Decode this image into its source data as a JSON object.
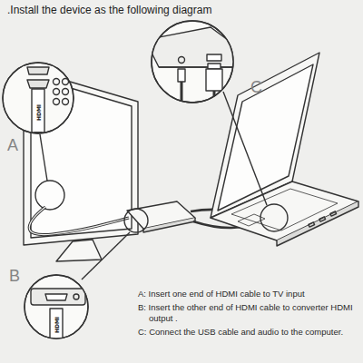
{
  "diagram": {
    "title": ".Install the device as the following diagram",
    "labels": [
      "A",
      "B",
      "C",
      "HDMI",
      "HDMI",
      "A: Insert one end of HDMI cable to TV input",
      "B: Insert the other end of HDMI cable to converter HDMI output .",
      "C: Connect the USB cable and audio to the computer."
    ]
  }
}
